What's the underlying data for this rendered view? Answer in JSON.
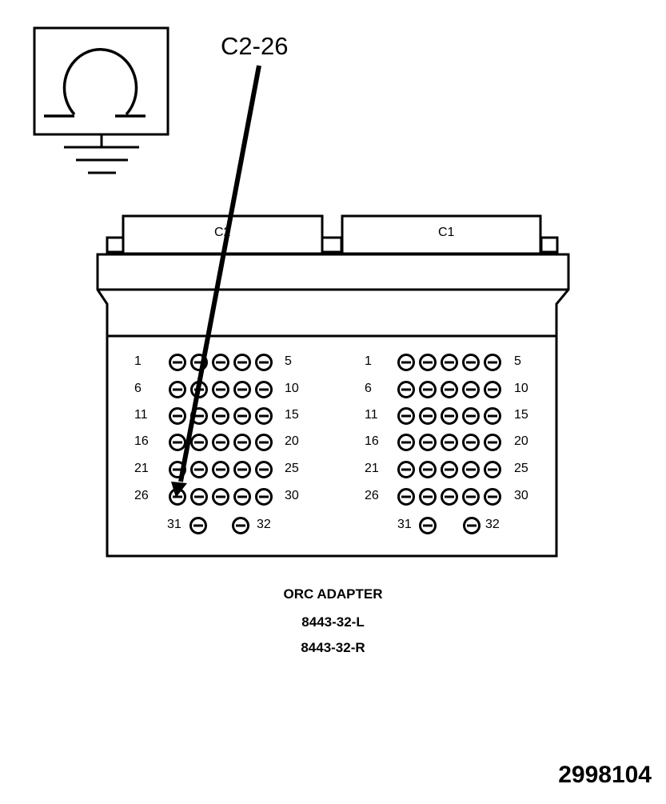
{
  "symbol": {
    "name": "ohm-meter-icon",
    "ground": "ground-icon"
  },
  "callout": "C2-26",
  "connectors": [
    {
      "label": "C2",
      "rows": [
        {
          "left": "1",
          "right": "5"
        },
        {
          "left": "6",
          "right": "10"
        },
        {
          "left": "11",
          "right": "15"
        },
        {
          "left": "16",
          "right": "20"
        },
        {
          "left": "21",
          "right": "25"
        },
        {
          "left": "26",
          "right": "30"
        }
      ],
      "extra": {
        "left": "31",
        "right": "32"
      }
    },
    {
      "label": "C1",
      "rows": [
        {
          "left": "1",
          "right": "5"
        },
        {
          "left": "6",
          "right": "10"
        },
        {
          "left": "11",
          "right": "15"
        },
        {
          "left": "16",
          "right": "20"
        },
        {
          "left": "21",
          "right": "25"
        },
        {
          "left": "26",
          "right": "30"
        }
      ],
      "extra": {
        "left": "31",
        "right": "32"
      }
    }
  ],
  "caption": {
    "title": "ORC ADAPTER",
    "part_left": "8443-32-L",
    "part_right": "8443-32-R"
  },
  "figure_number": "2998104"
}
